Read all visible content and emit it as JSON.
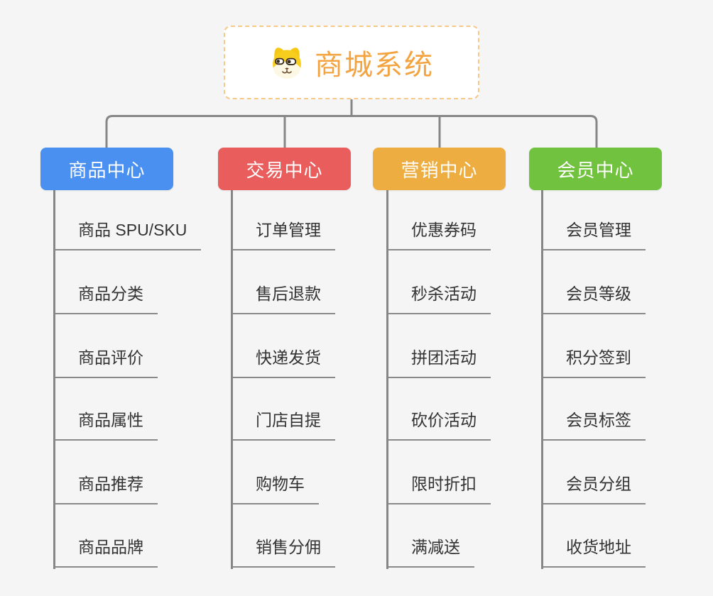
{
  "root": {
    "title": "商城系统",
    "icon": "dog-face-icon"
  },
  "branches": [
    {
      "label": "商品中心",
      "color": "#4a90f0",
      "items": [
        "商品 SPU/SKU",
        "商品分类",
        "商品评价",
        "商品属性",
        "商品推荐",
        "商品品牌"
      ]
    },
    {
      "label": "交易中心",
      "color": "#e95d5d",
      "items": [
        "订单管理",
        "售后退款",
        "快递发货",
        "门店自提",
        "购物车",
        "销售分佣"
      ]
    },
    {
      "label": "营销中心",
      "color": "#eead40",
      "items": [
        "优惠券码",
        "秒杀活动",
        "拼团活动",
        "砍价活动",
        "限时折扣",
        "满减送"
      ]
    },
    {
      "label": "会员中心",
      "color": "#71c23e",
      "items": [
        "会员管理",
        "会员等级",
        "积分签到",
        "会员标签",
        "会员分组",
        "收货地址"
      ]
    }
  ],
  "colors": {
    "background": "#f5f5f5",
    "connector_line": "#868686",
    "leaf_underline": "#8a8a8a",
    "leaf_text": "#333333",
    "root_title": "#f3a440",
    "root_border": "#f6c88a"
  }
}
